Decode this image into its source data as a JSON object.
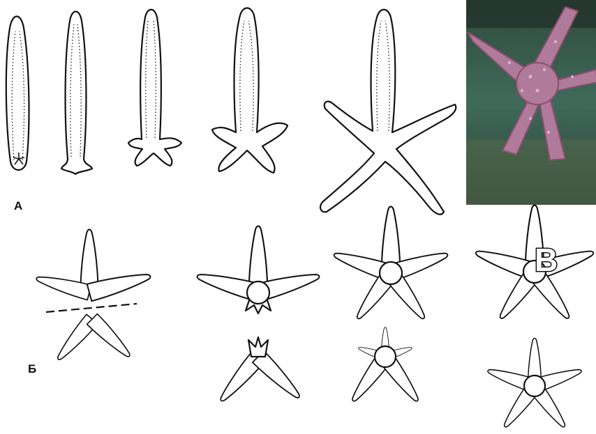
{
  "labels": {
    "a": "А",
    "b": "Б",
    "v": "В"
  }
}
